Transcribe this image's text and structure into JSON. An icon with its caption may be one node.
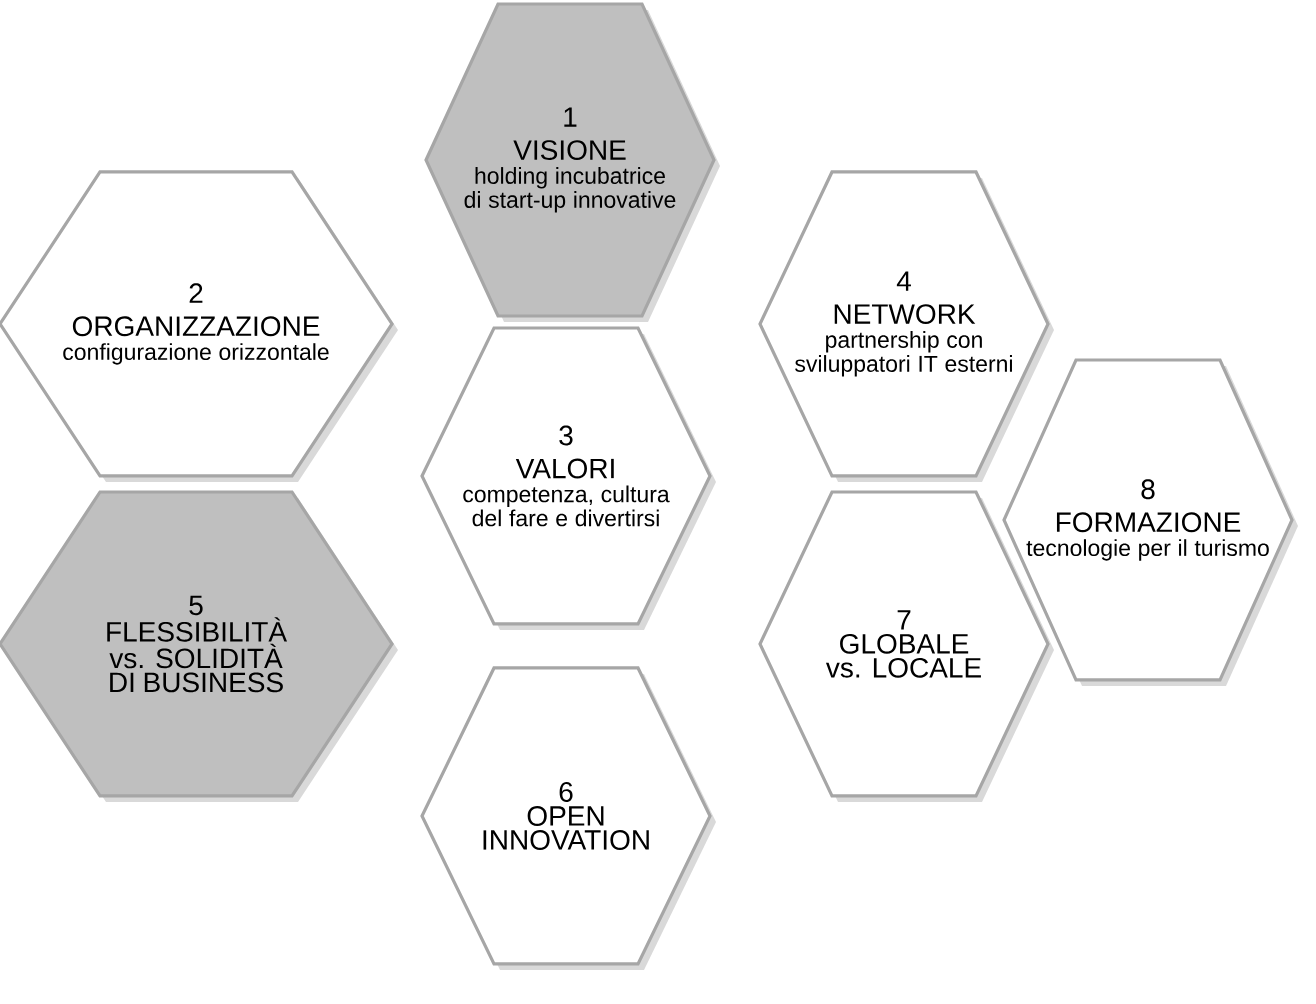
{
  "diagram": {
    "nodes": [
      {
        "text": [
          "1",
          "VISIONE",
          "holding incubatrice di start-up innovative"
        ]
      },
      {
        "text": [
          "2",
          "ORGANIZZAZIONE",
          "configurazione orizzontale"
        ]
      },
      {
        "text": [
          "4",
          "NETWORK",
          "partnership con sviluppatori IT esterni"
        ]
      },
      {
        "text": [
          "3",
          "VALORI",
          "competenza, cultura del fare e divertirsi"
        ]
      },
      {
        "text": [
          "8",
          "FORMAZIONE",
          "tecnologie per il turismo"
        ]
      },
      {
        "text": [
          "5",
          "FLESSIBILITÀ vs. SOLIDITÀ DI BUSINESS"
        ]
      },
      {
        "text": [
          "7",
          "GLOBALE vs. LOCALE"
        ]
      },
      {
        "text": [
          "6",
          "OPEN INNOVATION"
        ]
      }
    ]
  }
}
